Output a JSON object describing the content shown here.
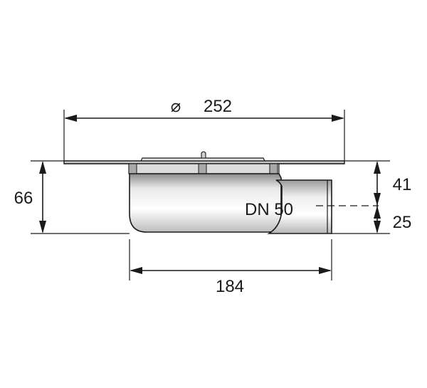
{
  "drawing": {
    "diameter_symbol": "⌀",
    "top_width_label": "252",
    "overall_height_label": "66",
    "upper_height_label": "41",
    "lower_height_label": "25",
    "outlet_label": "DN 50",
    "body_width_label": "184"
  },
  "colors": {
    "line": "#1a1a1a",
    "body_light": "#f2f2f2",
    "body_mid": "#c9c9c9",
    "body_dark": "#8c8c8c",
    "plate": "#d9d9d9"
  }
}
